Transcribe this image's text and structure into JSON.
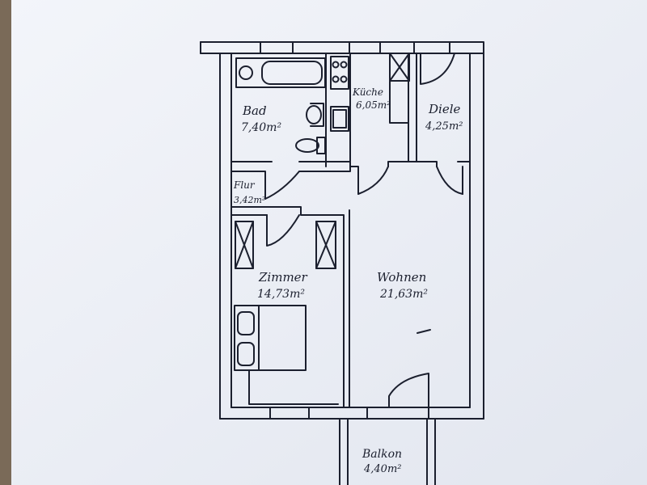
{
  "plan": {
    "rooms": [
      {
        "id": "bad",
        "name": "Bad",
        "area": "7,40m²"
      },
      {
        "id": "kueche",
        "name": "Küche",
        "area": "6,05m²"
      },
      {
        "id": "diele",
        "name": "Diele",
        "area": "4,25m²"
      },
      {
        "id": "flur",
        "name": "Flur",
        "area": "3,42m²"
      },
      {
        "id": "zimmer",
        "name": "Zimmer",
        "area": "14,73m²"
      },
      {
        "id": "wohnen",
        "name": "Wohnen",
        "area": "21,63m²"
      },
      {
        "id": "balkon",
        "name": "Balkon",
        "area": "4,40m²"
      }
    ]
  },
  "colors": {
    "paper": "#eef1f7",
    "ink": "#1b1f2e",
    "table": "#7a6a58"
  }
}
